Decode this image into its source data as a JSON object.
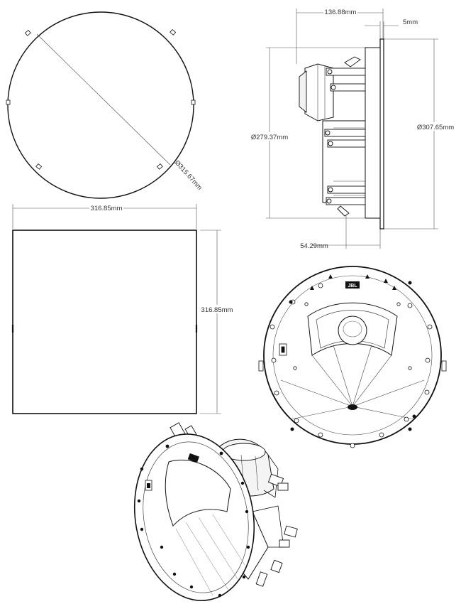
{
  "dimensions": {
    "grille_diameter": "Ø315.67mm",
    "grille_width": "316.85mm",
    "grille_height": "316.85mm",
    "depth": "136.88mm",
    "flange": "5mm",
    "cutout_diameter": "Ø279.37mm",
    "outer_diameter": "Ø307.65mm",
    "offset": "54.29mm"
  },
  "brand_mark": "JBL",
  "colors": {
    "line": "#111111",
    "detail": "#444444",
    "dimension": "#555555"
  }
}
